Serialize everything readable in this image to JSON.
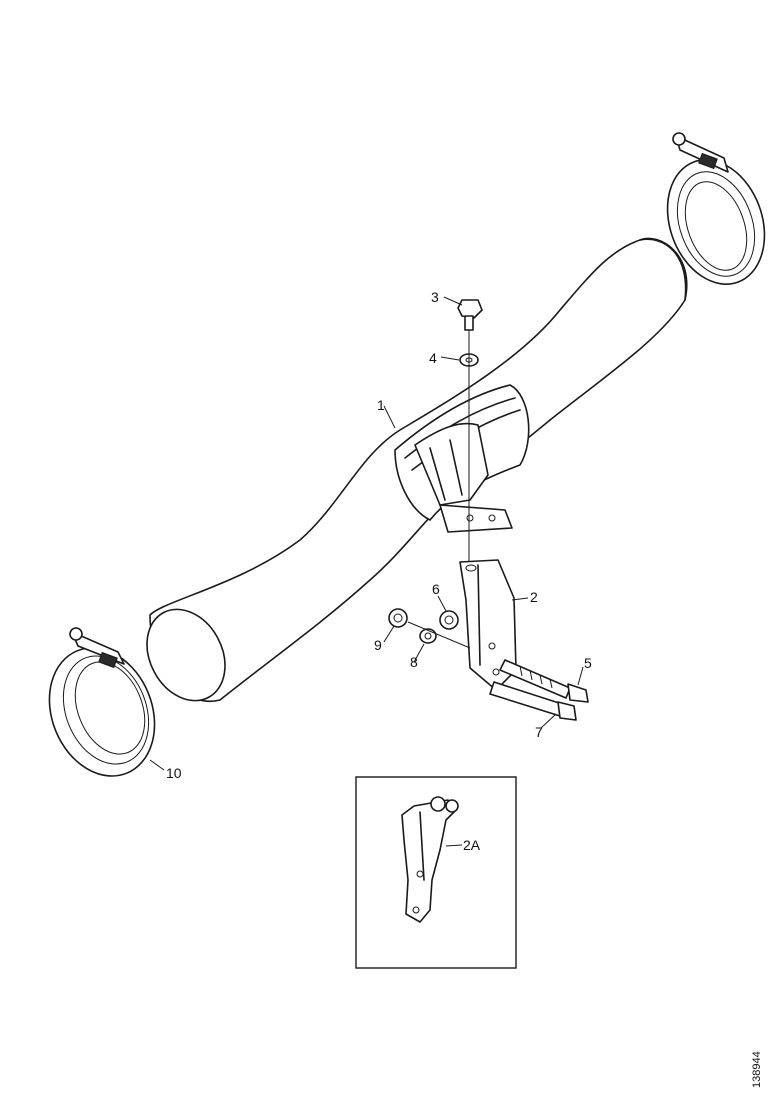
{
  "parts": [
    {
      "id": "part-1",
      "label": "1"
    },
    {
      "id": "part-2",
      "label": "2"
    },
    {
      "id": "part-3",
      "label": "3"
    },
    {
      "id": "part-4",
      "label": "4"
    },
    {
      "id": "part-5",
      "label": "5"
    },
    {
      "id": "part-6",
      "label": "6"
    },
    {
      "id": "part-7",
      "label": "7"
    },
    {
      "id": "part-8",
      "label": "8"
    },
    {
      "id": "part-9",
      "label": "9"
    },
    {
      "id": "part-10",
      "label": "10"
    },
    {
      "id": "part-2a",
      "label": "2A"
    }
  ],
  "figure_code": "138944"
}
